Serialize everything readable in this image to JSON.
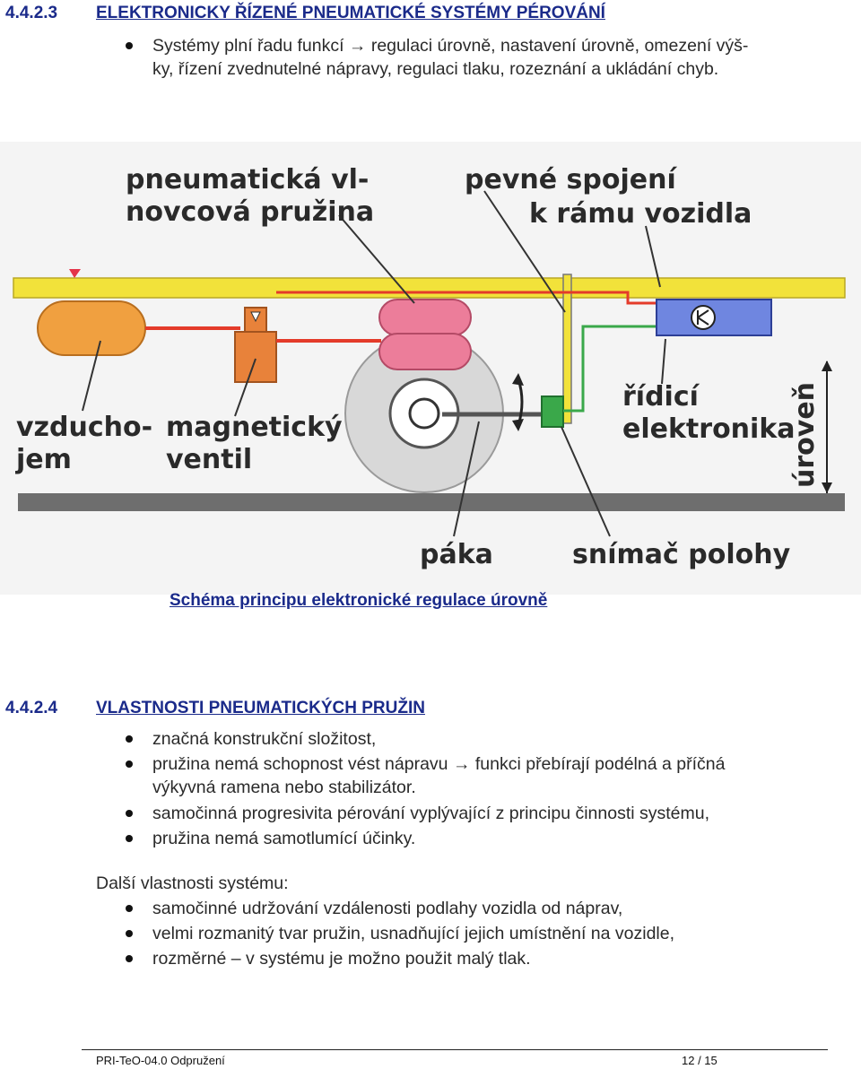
{
  "section1": {
    "number": "4.4.2.3",
    "title": "ELEKTRONICKY ŘÍZENÉ PNEUMATICKÉ SYSTÉMY PÉROVÁNÍ",
    "bullets": [
      {
        "line1": "Systémy plní řadu funkcí → regulaci úrovně, nastavení úrovně, omezení výš-",
        "line2": "ky, řízení zvednutelné nápravy, regulaci tlaku, rozeznání a ukládání chyb."
      }
    ]
  },
  "diagram": {
    "labels": {
      "air_spring_1": "pneumatická vl-",
      "air_spring_2": "novcová pružina",
      "fixed_conn_1": "pevné spojení",
      "fixed_conn_2": "k rámu vozidla",
      "reservoir_1": "vzducho-",
      "reservoir_2": "jem",
      "valve_1": "magnetický",
      "valve_2": "ventil",
      "ecu_1": "řídicí",
      "ecu_2": "elektronika",
      "level": "úroveň",
      "lever": "páka",
      "sensor": "snímač polohy"
    },
    "colors": {
      "frame": "#f2e23a",
      "reservoir": "#f0a040",
      "valve": "#e8823a",
      "spring": "#ec7d9a",
      "ecu": "#6f86e0",
      "pipe_red": "#e43b2a",
      "pipe_green": "#3aa84a",
      "road": "#6e6e6e",
      "wheel": "#d8d8d8"
    }
  },
  "caption": "Schéma principu elektronické regulace úrovně",
  "section2": {
    "number": "4.4.2.4",
    "title": "VLASTNOSTI PNEUMATICKÝCH PRUŽIN",
    "bullets": [
      {
        "line1": "značná konstrukční složitost,"
      },
      {
        "line1": "pružina nemá schopnost vést nápravu → funkci přebírají podélná a příčná",
        "line2": "výkyvná ramena nebo stabilizátor."
      },
      {
        "line1": "samočinná progresivita pérování vyplývající z principu činnosti systému,"
      },
      {
        "line1": "pružina nemá samotlumící účinky."
      }
    ],
    "further_heading": "Další vlastnosti systému:",
    "further_bullets": [
      "samočinné udržování vzdálenosti podlahy vozidla od náprav,",
      "velmi rozmanitý tvar pružin, usnadňující jejich umístnění na vozidle,",
      "rozměrné – v systému je možno použit malý tlak."
    ]
  },
  "footer": {
    "doc": "PRI-TeO-04.0 Odpružení",
    "page": "12  /  15"
  }
}
